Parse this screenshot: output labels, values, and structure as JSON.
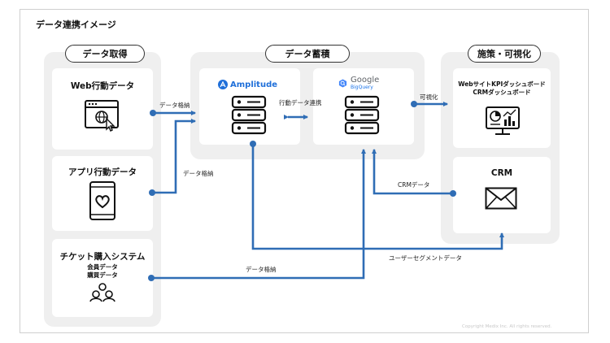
{
  "title": "データ連携イメージ",
  "groups": {
    "acquisition": "データ取得",
    "storage": "データ蓄積",
    "measures": "施策・可視化"
  },
  "sources": {
    "web": "Web行動データ",
    "app": "アプリ行動データ",
    "ticket": "チケット購入システム",
    "ticket_sub1": "会員データ",
    "ticket_sub2": "購買データ"
  },
  "storage": {
    "amplitude": "Amplitude",
    "google": "Google",
    "bigquery": "BigQuery"
  },
  "outputs": {
    "dashboard_line1": "WebサイトKPIダッシュボード",
    "dashboard_line2": "CRMダッシュボード",
    "crm": "CRM"
  },
  "edges": {
    "web_to_amp": "データ格納",
    "app_to_amp": "データ格納",
    "amp_bq": "行動データ連携",
    "bq_to_dash": "可視化",
    "crm_to_bq": "CRMデータ",
    "ticket_to_bq": "データ格納",
    "amp_to_crm": "ユーザーセグメントデータ"
  },
  "colors": {
    "accent": "#2f6db5",
    "group_bg": "#efefef"
  },
  "copyright": "Copyright Medix Inc. All rights reserved."
}
